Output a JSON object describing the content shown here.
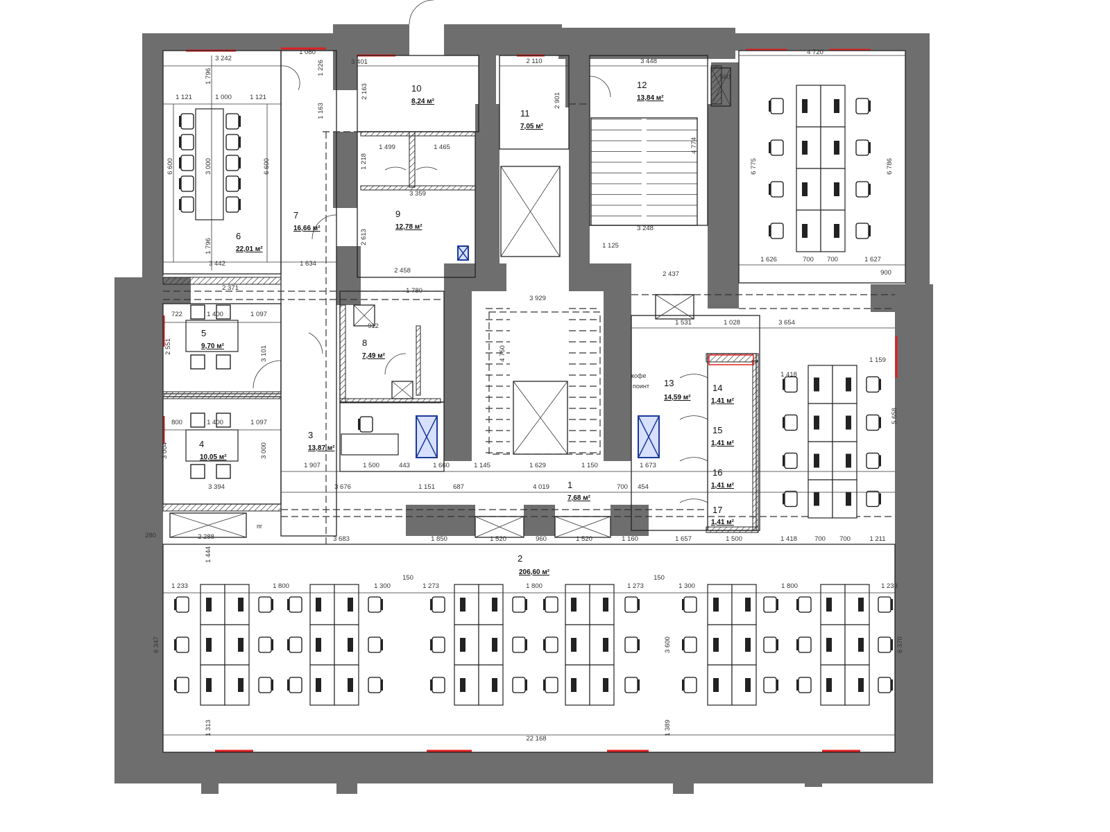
{
  "plan": {
    "rooms": [
      {
        "number": "1",
        "area": "7,68 м²"
      },
      {
        "number": "2",
        "area": "206,60 м²"
      },
      {
        "number": "3",
        "area": "13,87 м²"
      },
      {
        "number": "4",
        "area": "10,05 м²"
      },
      {
        "number": "5",
        "area": "9,70 м²"
      },
      {
        "number": "6",
        "area": "22,01 м²"
      },
      {
        "number": "7",
        "area": "16,66 м²"
      },
      {
        "number": "8",
        "area": "7,49 м²"
      },
      {
        "number": "9",
        "area": "12,78 м²"
      },
      {
        "number": "10",
        "area": "8,24 м²"
      },
      {
        "number": "11",
        "area": "7,05 м²"
      },
      {
        "number": "12",
        "area": "13,84 м²"
      },
      {
        "number": "13",
        "area": "14,59 м²"
      },
      {
        "number": "14",
        "area": "1,41 м²"
      },
      {
        "number": "15",
        "area": "1,41 м²"
      },
      {
        "number": "16",
        "area": "1,41 м²"
      },
      {
        "number": "17",
        "area": "1,41 м²"
      }
    ],
    "notes": {
      "coffee_1": "кофе",
      "coffee_2": "поинт",
      "pg": "пг"
    },
    "dimensions": [
      "3 242",
      "1 080",
      "3 401",
      "2 110",
      "3 448",
      "4 720",
      "1 796",
      "1 121",
      "1 000",
      "1 121",
      "1 226",
      "1 163",
      "2 163",
      "2 901",
      "560",
      "1 499",
      "1 465",
      "1 218",
      "3 359",
      "6 600",
      "6 600",
      "3 000",
      "1 796",
      "3 442",
      "1 634",
      "2 613",
      "2 458",
      "1 125",
      "3 248",
      "2 437",
      "4 774",
      "6 775",
      "6 786",
      "1 626",
      "700",
      "700",
      "1 627",
      "900",
      "2 371",
      "722",
      "1 400",
      "1 097",
      "2 551",
      "3 101",
      "1 780",
      "3 929",
      "912",
      "4 750",
      "1 531",
      "1 028",
      "3 654",
      "1 159",
      "1 418",
      "5 658",
      "800",
      "1 400",
      "1 097",
      "3 004",
      "3 000",
      "1 907",
      "1 500",
      "443",
      "1 660",
      "1 145",
      "1 629",
      "1 150",
      "1 673",
      "3 394",
      "3 676",
      "1 151",
      "687",
      "4 019",
      "700",
      "454",
      "2 288",
      "280",
      "3 683",
      "1 850",
      "1 520",
      "960",
      "1 520",
      "1 160",
      "1 657",
      "1 500",
      "1 418",
      "700",
      "700",
      "1 211",
      "1 444",
      "6 347",
      "6 370",
      "3 600",
      "1 313",
      "1 389",
      "22 168",
      "150",
      "150",
      "1 233",
      "1 300",
      "1 273",
      "1 800",
      "1 800",
      "1 273",
      "1 300",
      "1 800",
      "1 233"
    ],
    "colors": {
      "wall": "#6e6e6e",
      "window_mark": "#e02020",
      "shaft": "#1a3a9a"
    }
  }
}
